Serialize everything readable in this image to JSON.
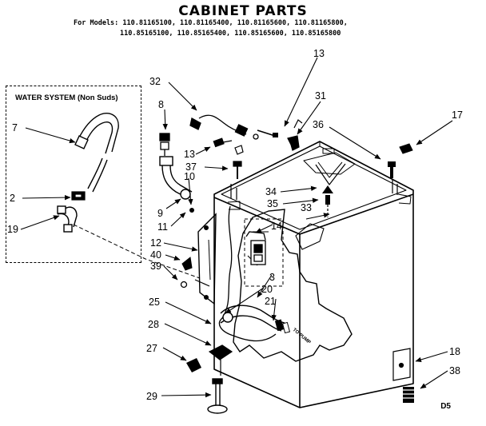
{
  "title": "CABINET PARTS",
  "models": {
    "line1": "For Models: 110.81165100, 110.81165400, 110.81165600, 110.81165800,",
    "line2": "110.85165100, 110.85165400, 110.85165600, 110.85165800"
  },
  "water_system_label": "WATER SYSTEM (Non Suds)",
  "pump_note": "TO PUMP",
  "corner_code": "D5",
  "callouts": [
    "13",
    "31",
    "32",
    "8",
    "36",
    "17",
    "7",
    "13",
    "37",
    "34",
    "2",
    "10",
    "35",
    "33",
    "9",
    "11",
    "14",
    "19",
    "12",
    "40",
    "39",
    "3",
    "20",
    "25",
    "21",
    "28",
    "27",
    "18",
    "38",
    "29"
  ]
}
